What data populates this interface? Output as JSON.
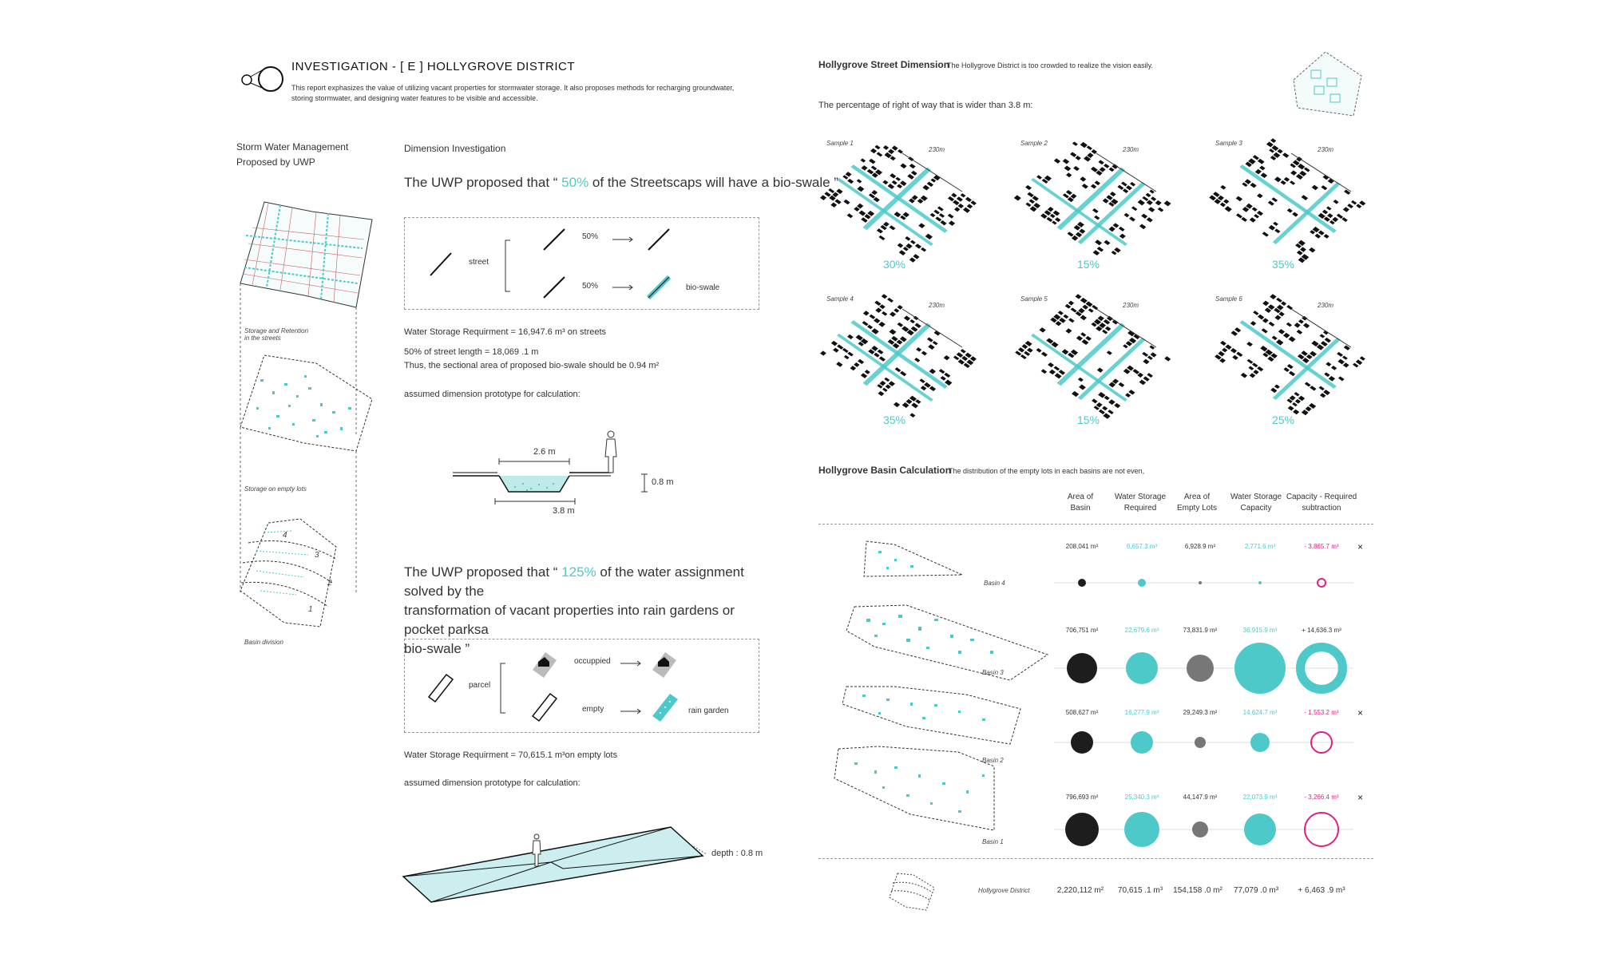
{
  "header": {
    "title": "INVESTIGATION - [ E ] HOLLYGROVE DISTRICT",
    "intro": "This report exphasizes the value of utilizing vacant properties for stormwater storage. It also proposes methods for recharging groundwater, storing stormwater, and designing water features to be visible and accessible."
  },
  "left_column": {
    "heading_line1": "Storm Water Management",
    "heading_line2": "Proposed by UWP",
    "map1_caption_line1": "Storage and Retention",
    "map1_caption_line2": "in the streets",
    "map2_caption": "Storage on empty lots",
    "map3_caption": "Basin division",
    "basin_numbers": [
      "4",
      "3",
      "2",
      "1"
    ]
  },
  "dimension": {
    "heading": "Dimension Investigation",
    "proposal1_pre": "The UWP proposed that “ ",
    "proposal1_pct": "50%",
    "proposal1_post": " of the Streetscaps will have a bio-swale ”",
    "diagram1": {
      "street": "street",
      "pct_a": "50%",
      "pct_b": "50%",
      "bioswale": "bio-swale"
    },
    "calc1_line1": "Water Storage Requirment = 16,947.6 m³ on streets",
    "calc1_line2": "50% of street length = 18,069 .1 m",
    "calc1_line3": "Thus, the sectional area of proposed bio-swale should be 0.94 m²",
    "calc1_line4": "assumed dimension prototype for calculation:",
    "section": {
      "top_width": "2.6 m",
      "bottom_width": "3.8 m",
      "depth": "0.8 m"
    },
    "proposal2_line1_pre": "The UWP proposed that “ ",
    "proposal2_pct": "125%",
    "proposal2_line1_post": " of the water assignment solved by the",
    "proposal2_line2": "transformation of vacant properties into rain gardens or pocket parksa",
    "proposal2_line3": "bio-swale ”",
    "diagram2": {
      "parcel": "parcel",
      "occupied": "occuppied",
      "empty": "empty",
      "rain_garden": "rain garden"
    },
    "calc2_line1": "Water Storage Requirment = 70,615.1 m³on empty lots",
    "calc2_line2": "assumed dimension prototype for calculation:",
    "depth_label": "depth : 0.8 m"
  },
  "street_dimension": {
    "heading": "Hollygrove Street Dimension",
    "note": "The Hollygrove District is too crowded to realize the vision easily.",
    "subheading": "The percentage of right of way that is wider than 3.8 m:",
    "samples": [
      {
        "name": "Sample 1",
        "scale": "230m",
        "pct": "30%"
      },
      {
        "name": "Sample 2",
        "scale": "230m",
        "pct": "15%"
      },
      {
        "name": "Sample 3",
        "scale": "230m",
        "pct": "35%"
      },
      {
        "name": "Sample 4",
        "scale": "230m",
        "pct": "35%"
      },
      {
        "name": "Sample 5",
        "scale": "230m",
        "pct": "15%"
      },
      {
        "name": "Sample 6",
        "scale": "230m",
        "pct": "25%"
      }
    ]
  },
  "basin_calc": {
    "heading": "Hollygrove Basin Calculation",
    "note": "The distribution of the empty lots in each basins are not even,",
    "columns": [
      {
        "line1": "Area of",
        "line2": "Basin"
      },
      {
        "line1": "Water Storage",
        "line2": "Required"
      },
      {
        "line1": "Area of",
        "line2": "Empty Lots"
      },
      {
        "line1": "Water Storage",
        "line2": "Capacity"
      },
      {
        "line1": "Capacity - Required",
        "line2": "subtraction"
      }
    ],
    "rows": [
      {
        "name": "Basin 4",
        "area": "208,041 m²",
        "required": "6,657.3 m³",
        "empty": "6,928.9 m²",
        "capacity": "2,771.6 m³",
        "diff": "- 3,865.7 m³",
        "mark": "×",
        "r_area": 5,
        "r_req": 5,
        "r_empty": 2,
        "r_cap": 2,
        "r_diff": 6,
        "diff_positive": false
      },
      {
        "name": "Basin 3",
        "area": "706,751 m²",
        "required": "22,679.6 m³",
        "empty": "73,831.9 m²",
        "capacity": "36,915.9 m³",
        "diff": "+ 14,636.3 m³",
        "mark": "",
        "r_area": 19,
        "r_req": 20,
        "r_empty": 17,
        "r_cap": 32,
        "r_diff": 32,
        "diff_positive": true
      },
      {
        "name": "Basin 2",
        "area": "508,627 m²",
        "required": "16,277.9 m³",
        "empty": "29,249.3 m²",
        "capacity": "14,624.7 m³",
        "diff": "- 1,553.2 m³",
        "mark": "×",
        "r_area": 14,
        "r_req": 14,
        "r_empty": 7,
        "r_cap": 12,
        "r_diff": 14,
        "diff_positive": false
      },
      {
        "name": "Basin 1",
        "area": "796,693 m²",
        "required": "25,340.3 m³",
        "empty": "44,147.9 m²",
        "capacity": "22,073.9 m³",
        "diff": "- 3,266.4 m³",
        "mark": "×",
        "r_area": 21,
        "r_req": 22,
        "r_empty": 10,
        "r_cap": 20,
        "r_diff": 22,
        "diff_positive": false
      }
    ],
    "total": {
      "name": "Hollygrove District",
      "area": "2,220,112 m²",
      "required": "70,615 .1 m³",
      "empty": "154,158 .0 m²",
      "capacity": "77,079 .0 m³",
      "diff": "+ 6,463 .9 m³"
    }
  },
  "colors": {
    "teal": "#4ec9c9",
    "magenta": "#e0207f",
    "dark": "#1d1d1d",
    "grey": "#777777"
  }
}
